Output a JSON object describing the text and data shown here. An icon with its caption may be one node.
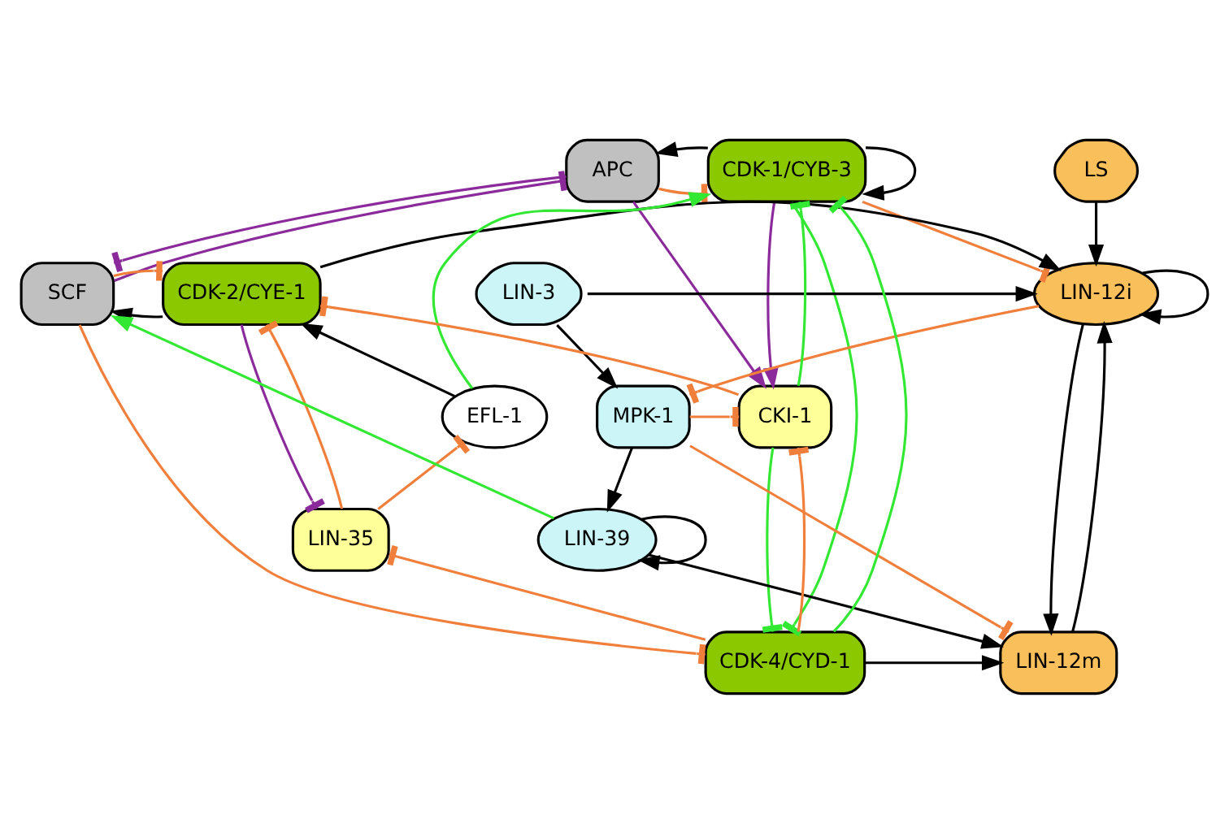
{
  "diagram": {
    "nodes": [
      {
        "text": [
          "APC"
        ]
      },
      {
        "text": [
          "CDK-1/CYB-3"
        ]
      },
      {
        "text": [
          "LS"
        ]
      },
      {
        "text": [
          "SCF"
        ]
      },
      {
        "text": [
          "CDK-2/CYE-1"
        ]
      },
      {
        "text": [
          "LIN-12i"
        ]
      },
      {
        "text": [
          "EFL-1"
        ]
      },
      {
        "text": [
          "LIN-3"
        ]
      },
      {
        "text": [
          "CKI-1"
        ]
      },
      {
        "text": [
          "MPK-1"
        ]
      },
      {
        "text": [
          "LIN-35"
        ]
      },
      {
        "text": [
          "LIN-39"
        ]
      },
      {
        "text": [
          "CDK-4/CYD-1"
        ]
      },
      {
        "text": [
          "LIN-12m"
        ]
      }
    ],
    "edges": [
      {
        "from": 6,
        "to": 1,
        "arrow": "to",
        "color": "#33e833"
      },
      {
        "from": 1,
        "to": 1,
        "arrow": "to"
      },
      {
        "from": 0,
        "to": 1,
        "arrow": "other",
        "color": "#f07f3c"
      },
      {
        "from": 1,
        "to": 0,
        "arrow": "to"
      },
      {
        "from": 1,
        "to": 5,
        "arrow": "other",
        "color": "#f07f3c"
      },
      {
        "from": 0,
        "to": 3,
        "arrow": "other",
        "color": "#8b2a9b"
      },
      {
        "from": 3,
        "to": 0,
        "arrow": "other",
        "color": "#8b2a9b"
      },
      {
        "from": 0,
        "to": 8,
        "arrow": "to",
        "color": "#8b2a9b"
      },
      {
        "from": 1,
        "to": 8,
        "arrow": "to",
        "color": "#8b2a9b"
      },
      {
        "from": 4,
        "to": 3,
        "arrow": "to"
      },
      {
        "from": 3,
        "to": 4,
        "arrow": "other",
        "color": "#f07f3c"
      },
      {
        "from": 4,
        "to": 5,
        "arrow": "to"
      },
      {
        "from": 6,
        "to": 4,
        "arrow": "to"
      },
      {
        "from": 10,
        "to": 4,
        "arrow": "other",
        "color": "#f07f3c"
      },
      {
        "from": 4,
        "to": 10,
        "arrow": "other",
        "color": "#8b2a9b"
      },
      {
        "from": 8,
        "to": 4,
        "arrow": "other",
        "color": "#f07f3c"
      },
      {
        "from": 8,
        "to": 1,
        "arrow": "other",
        "color": "#33e833"
      },
      {
        "from": 1,
        "to": 12,
        "arrow": "other",
        "color": "#33e833"
      },
      {
        "from": 12,
        "to": 1,
        "arrow": "other",
        "color": "#33e833"
      },
      {
        "from": 8,
        "to": 12,
        "arrow": "other",
        "color": "#33e833"
      },
      {
        "from": 12,
        "to": 8,
        "arrow": "other",
        "color": "#f07f3c"
      },
      {
        "from": 9,
        "to": 8,
        "arrow": "other",
        "color": "#f07f3c"
      },
      {
        "from": 10,
        "to": 6,
        "arrow": "other",
        "color": "#f07f3c"
      },
      {
        "from": 12,
        "to": 10,
        "arrow": "other",
        "color": "#f07f3c"
      },
      {
        "from": 3,
        "to": 12,
        "arrow": "other",
        "color": "#f07f3c"
      },
      {
        "from": 11,
        "to": 3,
        "arrow": "to",
        "color": "#33e833"
      },
      {
        "from": 5,
        "to": 5,
        "arrow": "to"
      },
      {
        "from": 2,
        "to": 5,
        "arrow": "to"
      },
      {
        "from": 7,
        "to": 5,
        "arrow": "to"
      },
      {
        "from": 7,
        "to": 9,
        "arrow": "to"
      },
      {
        "from": 5,
        "to": 9,
        "arrow": "other",
        "color": "#f07f3c"
      },
      {
        "from": 5,
        "to": 13,
        "arrow": "to"
      },
      {
        "from": 13,
        "to": 5,
        "arrow": "to"
      },
      {
        "from": 9,
        "to": 13,
        "arrow": "other",
        "color": "#f07f3c"
      },
      {
        "from": 9,
        "to": 11,
        "arrow": "to"
      },
      {
        "from": 11,
        "to": 11,
        "arrow": "to"
      },
      {
        "from": 11,
        "to": 13,
        "arrow": "to"
      },
      {
        "from": 12,
        "to": 13,
        "arrow": "to"
      }
    ]
  }
}
